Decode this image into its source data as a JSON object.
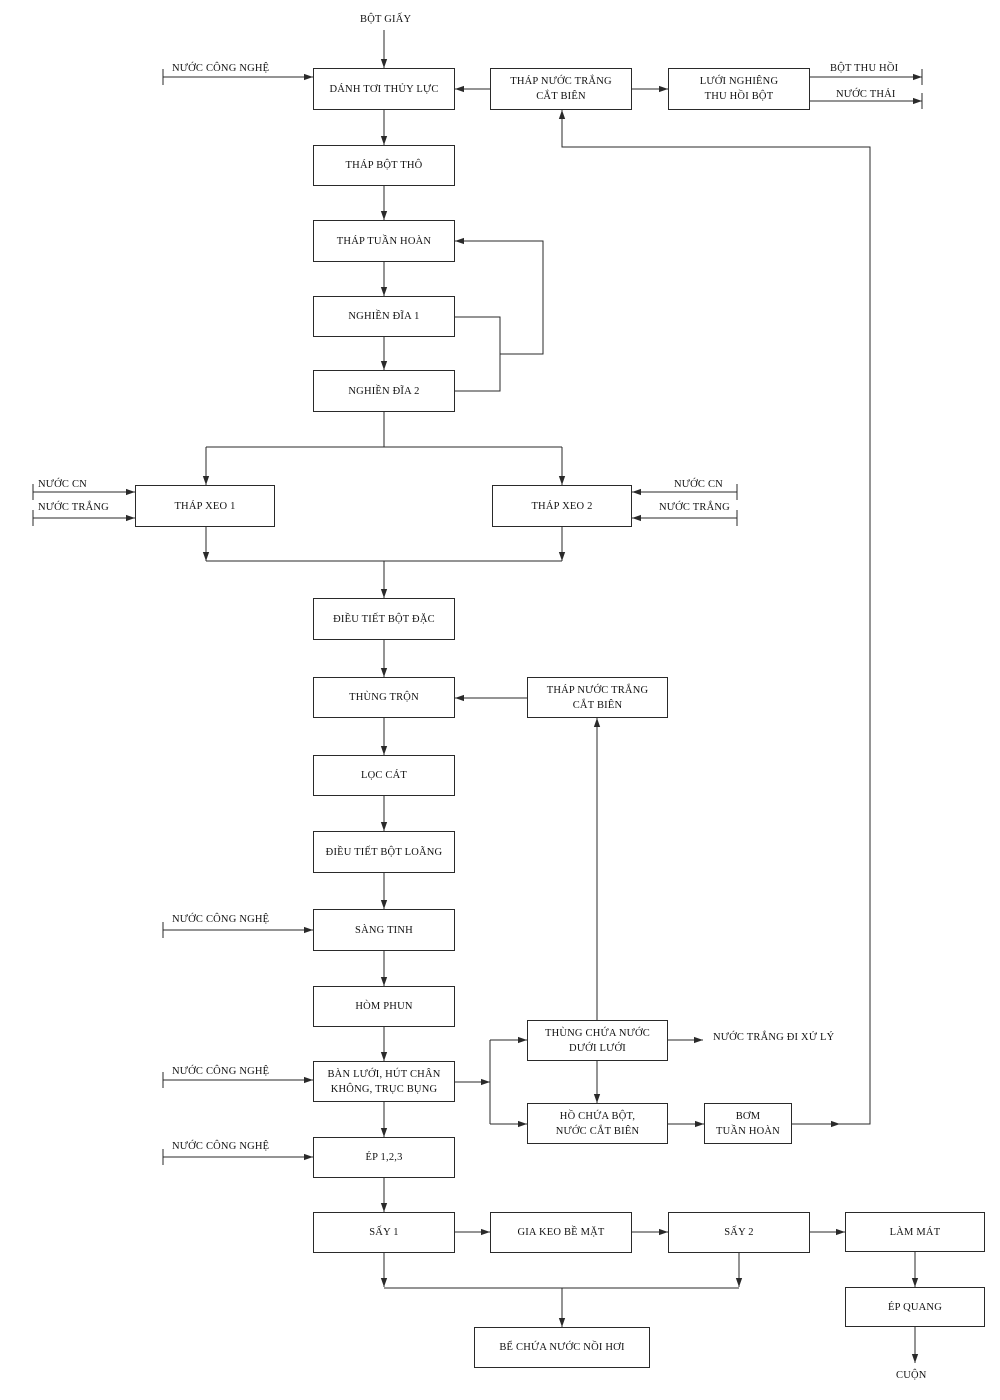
{
  "colors": {
    "line": "#2a2a2a",
    "text": "#111111",
    "background": "#ffffff"
  },
  "nodes": {
    "danh_toi": "DÁNH TƠI THỦY LỰC",
    "thap_nuoc_trang_1": "THÁP NƯỚC TRẮNG\nCẮT BIÊN",
    "luoi_nghieng": "LƯỚI NGHIÊNG\nTHU HỒI BỘT",
    "thap_bot_tho": "THÁP BỘT THÔ",
    "thap_tuan_hoan": "THÁP TUẦN HOÀN",
    "nghien_dia_1": "NGHIỀN ĐĨA 1",
    "nghien_dia_2": "NGHIỀN ĐĨA 2",
    "thap_xeo_1": "THÁP XEO 1",
    "thap_xeo_2": "THÁP XEO 2",
    "dieu_tiet_bot_dac": "ĐIỀU TIẾT BỘT ĐẶC",
    "thung_tron": "THÙNG TRỘN",
    "thap_nuoc_trang_2": "THÁP NƯỚC TRẮNG\nCẮT BIÊN",
    "loc_cat": "LỌC CÁT",
    "dieu_tiet_bot_loang": "ĐIỀU TIẾT BỘT LOÃNG",
    "sang_tinh": "SÀNG TINH",
    "hom_phun": "HÒM PHUN",
    "thung_chua_nuoc": "THÙNG CHỨA NƯỚC\nDƯỚI LƯỚI",
    "ban_luoi": "BÀN LƯỚI, HÚT CHÂN\nKHÔNG, TRỤC BỤNG",
    "ho_chua_bot": "HỒ CHỨA BỘT,\nNƯỚC CẮT BIÊN",
    "bom_tuan_hoan": "BƠM\nTUẦN HOÀN",
    "ep_123": "ÉP 1,2,3",
    "say_1": "SẤY 1",
    "gia_keo": "GIA KEO BỀ MẶT",
    "say_2": "SẤY 2",
    "lam_mat": "LÀM MÁT",
    "ep_quang": "ÉP QUANG",
    "be_chua_nuoc": "BỂ CHỨA NƯỚC NỒI HƠI"
  },
  "labels": {
    "bot_giay": "BỘT GIẤY",
    "nuoc_cong_nghe_1": "NƯỚC CÔNG NGHỆ",
    "bot_thu_hoi": "BỘT THU HỒI",
    "nuoc_thai": "NƯỚC THẢI",
    "nuoc_cn_left": "NƯỚC CN",
    "nuoc_trang_left": "NƯỚC TRẮNG",
    "nuoc_cn_right": "NƯỚC CN",
    "nuoc_trang_right": "NƯỚC TRẮNG",
    "nuoc_cong_nghe_2": "NƯỚC CÔNG NGHỆ",
    "nuoc_trang_di_xu_ly": "NƯỚC TRẮNG ĐI XỬ LÝ",
    "nuoc_cong_nghe_3": "NƯỚC CÔNG NGHỆ",
    "nuoc_cong_nghe_4": "NƯỚC CÔNG NGHỆ",
    "cuon": "CUỘN"
  }
}
